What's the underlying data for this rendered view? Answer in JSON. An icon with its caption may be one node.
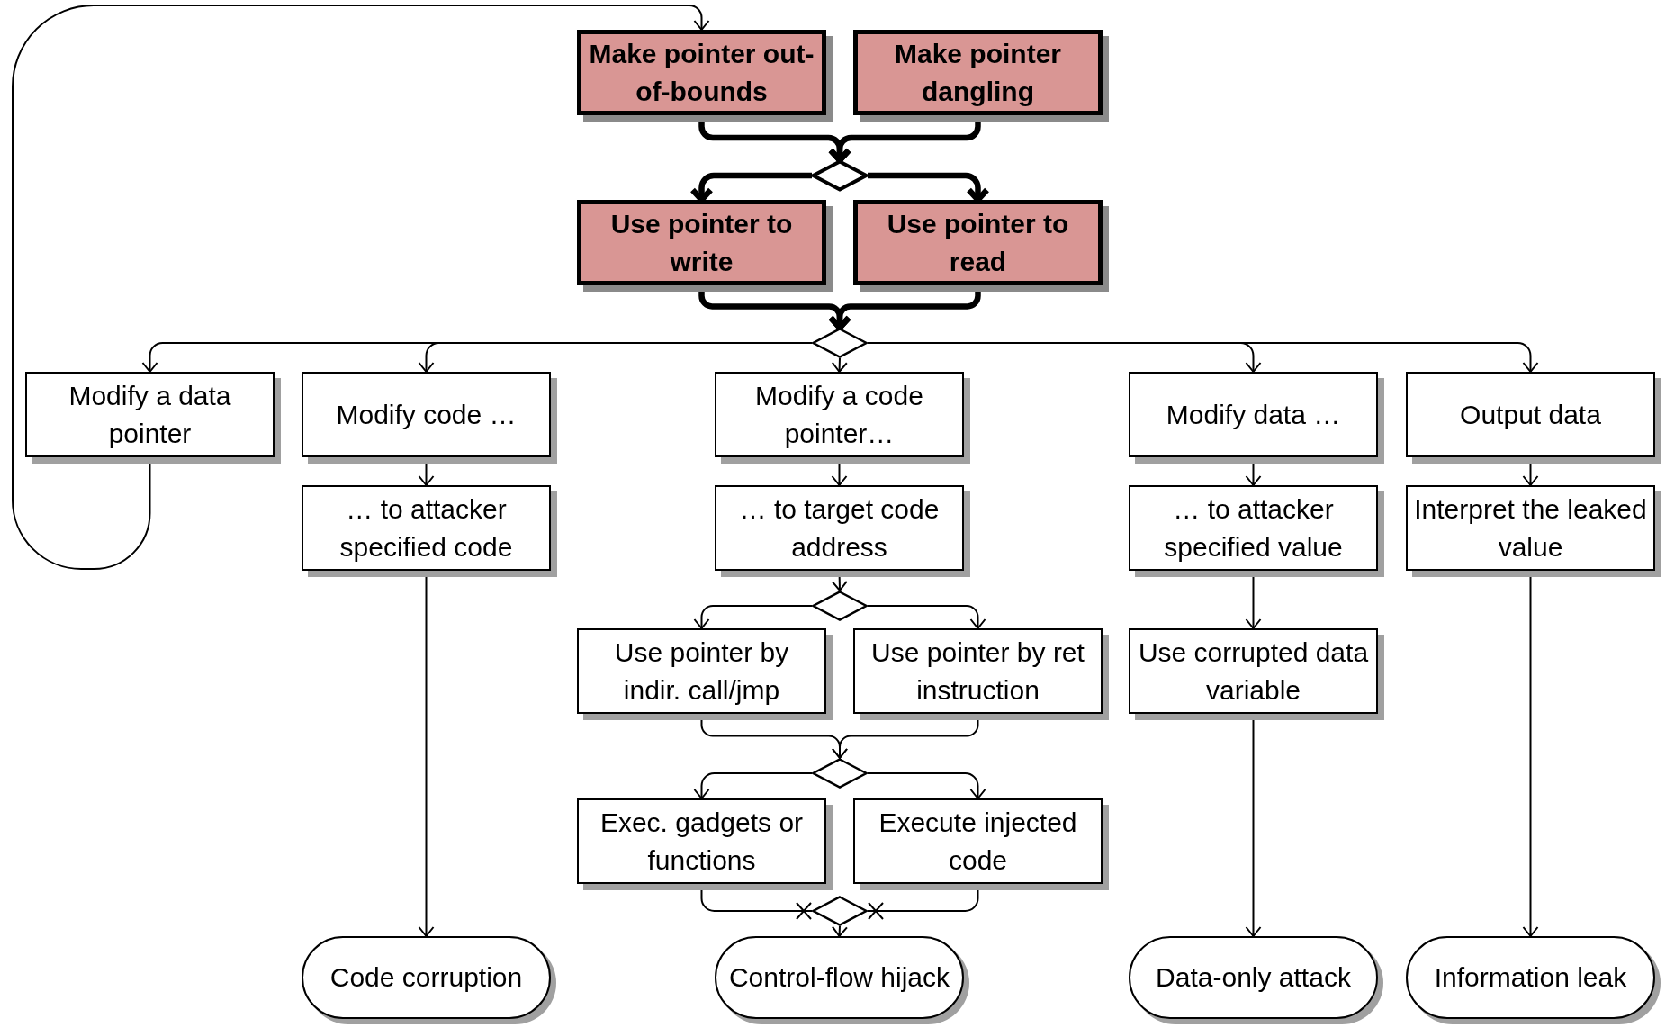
{
  "diagram": {
    "nodes": [
      {
        "text": [
          "Make pointer out-of-bounds"
        ]
      },
      {
        "text": [
          "Make pointer dangling"
        ]
      },
      {
        "text": [],
        "shape": "diamond"
      },
      {
        "text": [
          "Use pointer to write"
        ]
      },
      {
        "text": [
          "Use pointer to read"
        ]
      },
      {
        "text": [],
        "shape": "diamond"
      },
      {
        "text": [
          "Modify a data pointer"
        ]
      },
      {
        "text": [
          "Modify code …"
        ]
      },
      {
        "text": [
          "Modify a code pointer…"
        ]
      },
      {
        "text": [
          "Modify data …"
        ]
      },
      {
        "text": [
          "Output data"
        ]
      },
      {
        "text": [
          "… to attacker specified code"
        ]
      },
      {
        "text": [
          "… to target code address"
        ]
      },
      {
        "text": [
          "… to attacker specified value"
        ]
      },
      {
        "text": [
          "Interpret the leaked value"
        ]
      },
      {
        "text": [],
        "shape": "diamond"
      },
      {
        "text": [
          "Use pointer by indir. call/jmp"
        ]
      },
      {
        "text": [
          "Use pointer by ret instruction"
        ]
      },
      {
        "text": [
          "Use corrupted data variable"
        ]
      },
      {
        "text": [],
        "shape": "diamond"
      },
      {
        "text": [
          "Exec. gadgets or functions"
        ]
      },
      {
        "text": [
          "Execute injected code"
        ]
      },
      {
        "text": [],
        "shape": "diamond"
      },
      {
        "text": [
          "Code corruption"
        ]
      },
      {
        "text": [
          "Control-flow hijack"
        ]
      },
      {
        "text": [
          "Data-only attack"
        ]
      },
      {
        "text": [
          "Information leak"
        ]
      }
    ],
    "edges": [
      {
        "from": 0,
        "to": 2,
        "arrow": "to",
        "style": "thick"
      },
      {
        "from": 1,
        "to": 2,
        "arrow": "to",
        "style": "thick"
      },
      {
        "from": 2,
        "to": 3,
        "arrow": "to",
        "style": "thick"
      },
      {
        "from": 2,
        "to": 4,
        "arrow": "to",
        "style": "thick"
      },
      {
        "from": 3,
        "to": 5,
        "arrow": "to",
        "style": "thick"
      },
      {
        "from": 4,
        "to": 5,
        "arrow": "to",
        "style": "thick"
      },
      {
        "from": 5,
        "to": 6,
        "arrow": "to"
      },
      {
        "from": 5,
        "to": 7,
        "arrow": "to"
      },
      {
        "from": 5,
        "to": 8,
        "arrow": "to"
      },
      {
        "from": 5,
        "to": 9,
        "arrow": "to"
      },
      {
        "from": 5,
        "to": 10,
        "arrow": "to"
      },
      {
        "from": 6,
        "to": 0,
        "arrow": "to"
      },
      {
        "from": 7,
        "to": 11,
        "arrow": "to"
      },
      {
        "from": 8,
        "to": 12,
        "arrow": "to"
      },
      {
        "from": 9,
        "to": 13,
        "arrow": "to"
      },
      {
        "from": 10,
        "to": 14,
        "arrow": "to"
      },
      {
        "from": 11,
        "to": 23,
        "arrow": "to"
      },
      {
        "from": 12,
        "to": 15,
        "arrow": "to"
      },
      {
        "from": 15,
        "to": 16,
        "arrow": "to"
      },
      {
        "from": 15,
        "to": 17,
        "arrow": "to"
      },
      {
        "from": 16,
        "to": 19,
        "arrow": "to"
      },
      {
        "from": 17,
        "to": 19,
        "arrow": "to"
      },
      {
        "from": 19,
        "to": 20,
        "arrow": "to"
      },
      {
        "from": 19,
        "to": 21,
        "arrow": "to"
      },
      {
        "from": 20,
        "to": 22,
        "arrow": "other"
      },
      {
        "from": 21,
        "to": 22,
        "arrow": "other"
      },
      {
        "from": 22,
        "to": 24,
        "arrow": "to"
      },
      {
        "from": 13,
        "to": 18,
        "arrow": "to"
      },
      {
        "from": 18,
        "to": 25,
        "arrow": "to"
      },
      {
        "from": 14,
        "to": 26,
        "arrow": "to"
      }
    ]
  }
}
